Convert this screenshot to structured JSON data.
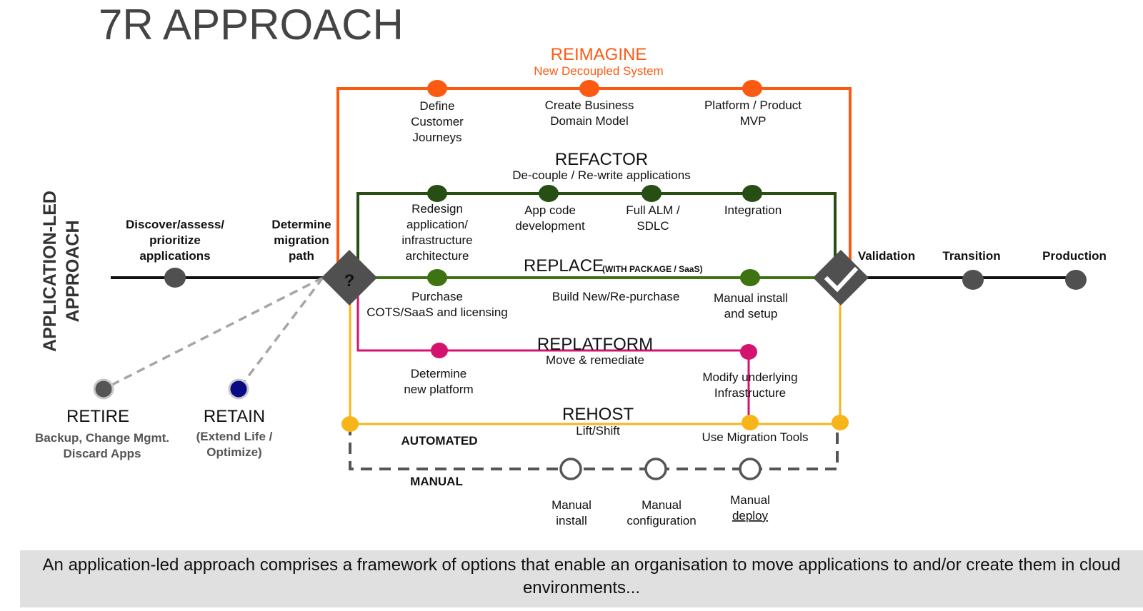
{
  "title": "7R APPROACH",
  "side_label": [
    "APPLICATION-LED",
    "APPROACH"
  ],
  "colors": {
    "reimagine": "#fb5a13",
    "refactor": "#274e13",
    "replace": "#3d7310",
    "replatform": "#d4136f",
    "rehost": "#f7b51b",
    "manual": "#555555",
    "main": "#111111",
    "gate": "#505050",
    "retire_dot": "#555555",
    "retain_dot": "#0a0a85",
    "caption_bg": "#e0e0e0"
  },
  "main_line": {
    "steps": [
      {
        "label": [
          "Discover/assess/",
          "prioritize",
          "applications"
        ]
      },
      {
        "label": [
          "Determine",
          "migration",
          "path"
        ]
      },
      {
        "label": [
          "Validation"
        ]
      },
      {
        "label": [
          "Transition"
        ]
      },
      {
        "label": [
          "Production"
        ]
      }
    ],
    "decision_symbol": "?"
  },
  "reimagine": {
    "title": "REIMAGINE",
    "subtitle": "New Decoupled System",
    "steps": [
      {
        "label": [
          "Define",
          "Customer",
          "Journeys"
        ]
      },
      {
        "label": [
          "Create Business",
          "Domain Model"
        ]
      },
      {
        "label": [
          "Platform / Product",
          "MVP"
        ]
      }
    ]
  },
  "refactor": {
    "title": "REFACTOR",
    "subtitle": "De-couple / Re-write applications",
    "steps": [
      {
        "label": [
          "Redesign",
          "application/",
          "infrastructure",
          "architecture"
        ]
      },
      {
        "label": [
          "App code",
          "development"
        ]
      },
      {
        "label": [
          "Full ALM /",
          "SDLC"
        ]
      },
      {
        "label": [
          "Integration"
        ]
      }
    ]
  },
  "replace": {
    "title": "REPLACE",
    "qualifier": "(WITH PACKAGE / SaaS)",
    "steps": [
      {
        "label": [
          "Purchase",
          "COTS/SaaS and licensing"
        ]
      },
      {
        "label": [
          "Build New/Re-purchase"
        ]
      },
      {
        "label": [
          "Manual install",
          "and setup"
        ]
      }
    ]
  },
  "replatform": {
    "title": "REPLATFORM",
    "subtitle": "Move & remediate",
    "steps": [
      {
        "label": [
          "Determine",
          "new platform"
        ]
      },
      {
        "label": [
          "Modify underlying",
          "Infrastructure"
        ]
      }
    ]
  },
  "rehost": {
    "title": "REHOST",
    "subtitle": "Lift/Shift",
    "automated_label": "AUTOMATED",
    "manual_label": "MANUAL",
    "automated_step": "Use Migration Tools",
    "manual_steps": [
      {
        "label": [
          "Manual",
          "install"
        ]
      },
      {
        "label": [
          "Manual",
          "configuration"
        ]
      },
      {
        "label": [
          "Manual",
          "deploy"
        ]
      }
    ]
  },
  "retire": {
    "title": "RETIRE",
    "detail": [
      "Backup, Change Mgmt.",
      "Discard Apps"
    ]
  },
  "retain": {
    "title": "RETAIN",
    "detail": [
      "(Extend Life /",
      "Optimize)"
    ]
  },
  "caption": "An application-led approach comprises a framework of options that enable an organisation to move applications to and/or create them in cloud environments..."
}
